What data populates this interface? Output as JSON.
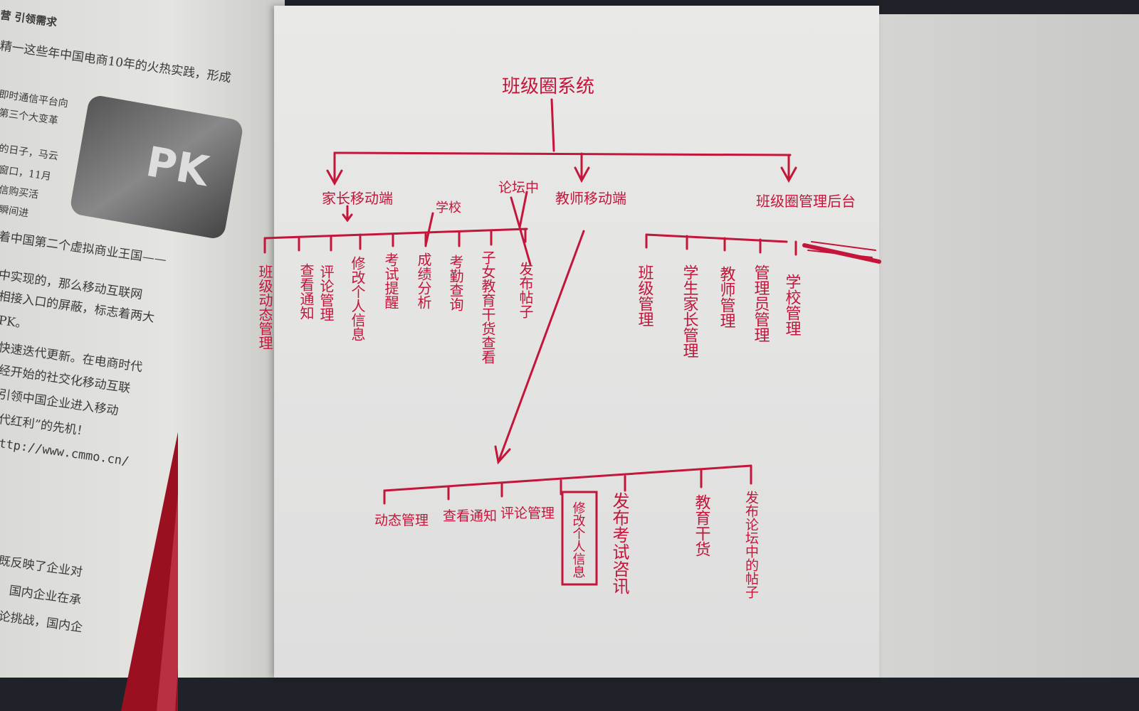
{
  "left_page": {
    "lines": [
      "⁠营  引领需求",
      "精一这些年中国电商10年的火热实践，形成",
      "即时通信平台向",
      "第三个大变革",
      "的日子，马云",
      "窗口，11月",
      "信购买活",
      "瞬间进",
      "着中国第二个虚拟商业王国——",
      "中实现的，那么移动互联网",
      "相接入口的屏蔽，标志着两大",
      "PK。",
      "快速迭代更新。在电商时代",
      "经开始的社交化移动互联",
      "引领中国企业进入移动",
      "代红利”的先机！",
      "ttp://www.cmmo.cn/",
      "既反映了企业对",
      "国内企业在承",
      "论挑战，国内企"
    ],
    "logo_text": "PK"
  },
  "diagram": {
    "root": "班级圈系统",
    "branches": [
      {
        "label": "家长移动端",
        "children": [
          "班级动态管理",
          "查看通知",
          "评论管理",
          "修改个人信息",
          "考试提醒",
          "成绩分析",
          "考勤查询",
          "子女教育干货查看",
          "发布帖子"
        ]
      },
      {
        "label": "教师移动端"
      },
      {
        "label": "班级圈管理后台",
        "children": [
          "班级管理",
          "学生家长管理",
          "教师管理",
          "管理员管理",
          "学校管理"
        ]
      }
    ],
    "annotations": [
      "论坛中",
      "学校"
    ],
    "teacher_children": [
      "动态管理",
      "查看通知",
      "评论管理",
      "修改个人信息",
      "发布考试咨讯",
      "教育干货",
      "发布论坛中的帖子"
    ]
  },
  "colors": {
    "ink": "#c4153a",
    "page": "#e4e4e2",
    "background": "#1f2228"
  }
}
